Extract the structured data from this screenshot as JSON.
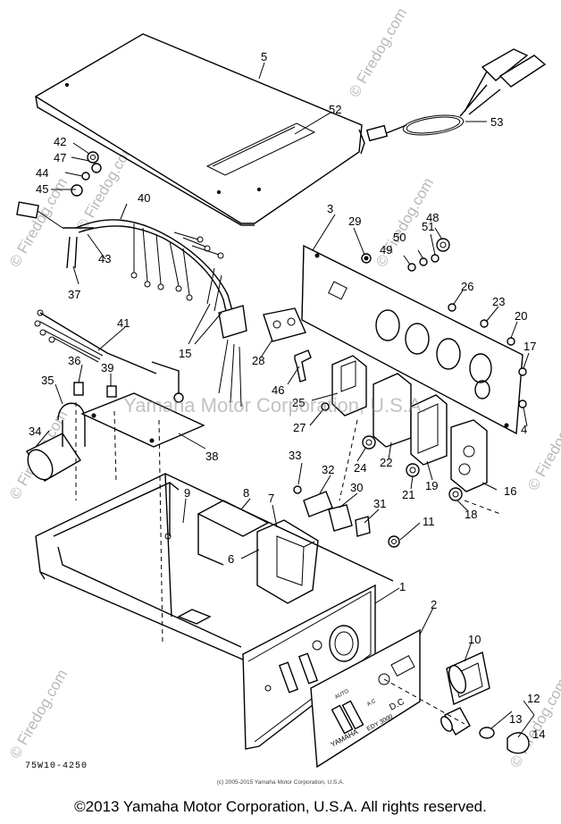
{
  "diagram": {
    "drawing_code": "75W10-4250",
    "callouts": {
      "c1": "1",
      "c2": "2",
      "c3": "3",
      "c4": "4",
      "c5": "5",
      "c6": "6",
      "c7": "7",
      "c8": "8",
      "c9": "9",
      "c10": "10",
      "c11": "11",
      "c12": "12",
      "c13": "13",
      "c14": "14",
      "c15": "15",
      "c16": "16",
      "c17": "17",
      "c18": "18",
      "c19": "19",
      "c20": "20",
      "c21": "21",
      "c22": "22",
      "c23": "23",
      "c24": "24",
      "c25": "25",
      "c26": "26",
      "c27": "27",
      "c28": "28",
      "c29": "29",
      "c30": "30",
      "c31": "31",
      "c32": "32",
      "c33": "33",
      "c34": "34",
      "c35": "35",
      "c36": "36",
      "c37": "37",
      "c38": "38",
      "c39": "39",
      "c40": "40",
      "c41": "41",
      "c42": "42",
      "c43": "43",
      "c44": "44",
      "c45": "45",
      "c46": "46",
      "c47": "47",
      "c48": "48",
      "c49": "49",
      "c50": "50",
      "c51": "51",
      "c52": "52",
      "c53": "53"
    },
    "panel_text": {
      "brand": "YAMAHA",
      "model": "EDY 3000",
      "small_label": "AUTO",
      "dc_label": "D.C",
      "ac_label": "A.C"
    }
  },
  "watermarks": {
    "center": "Yamaha Motor Corporation, U.S.A.",
    "side": "© Firedog.com"
  },
  "footer": {
    "small_copyright": "(c) 2005-2015 Yamaha Motor Corporation, U.S.A.",
    "copyright": "©2013 Yamaha Motor Corporation, U.S.A. All rights reserved."
  }
}
